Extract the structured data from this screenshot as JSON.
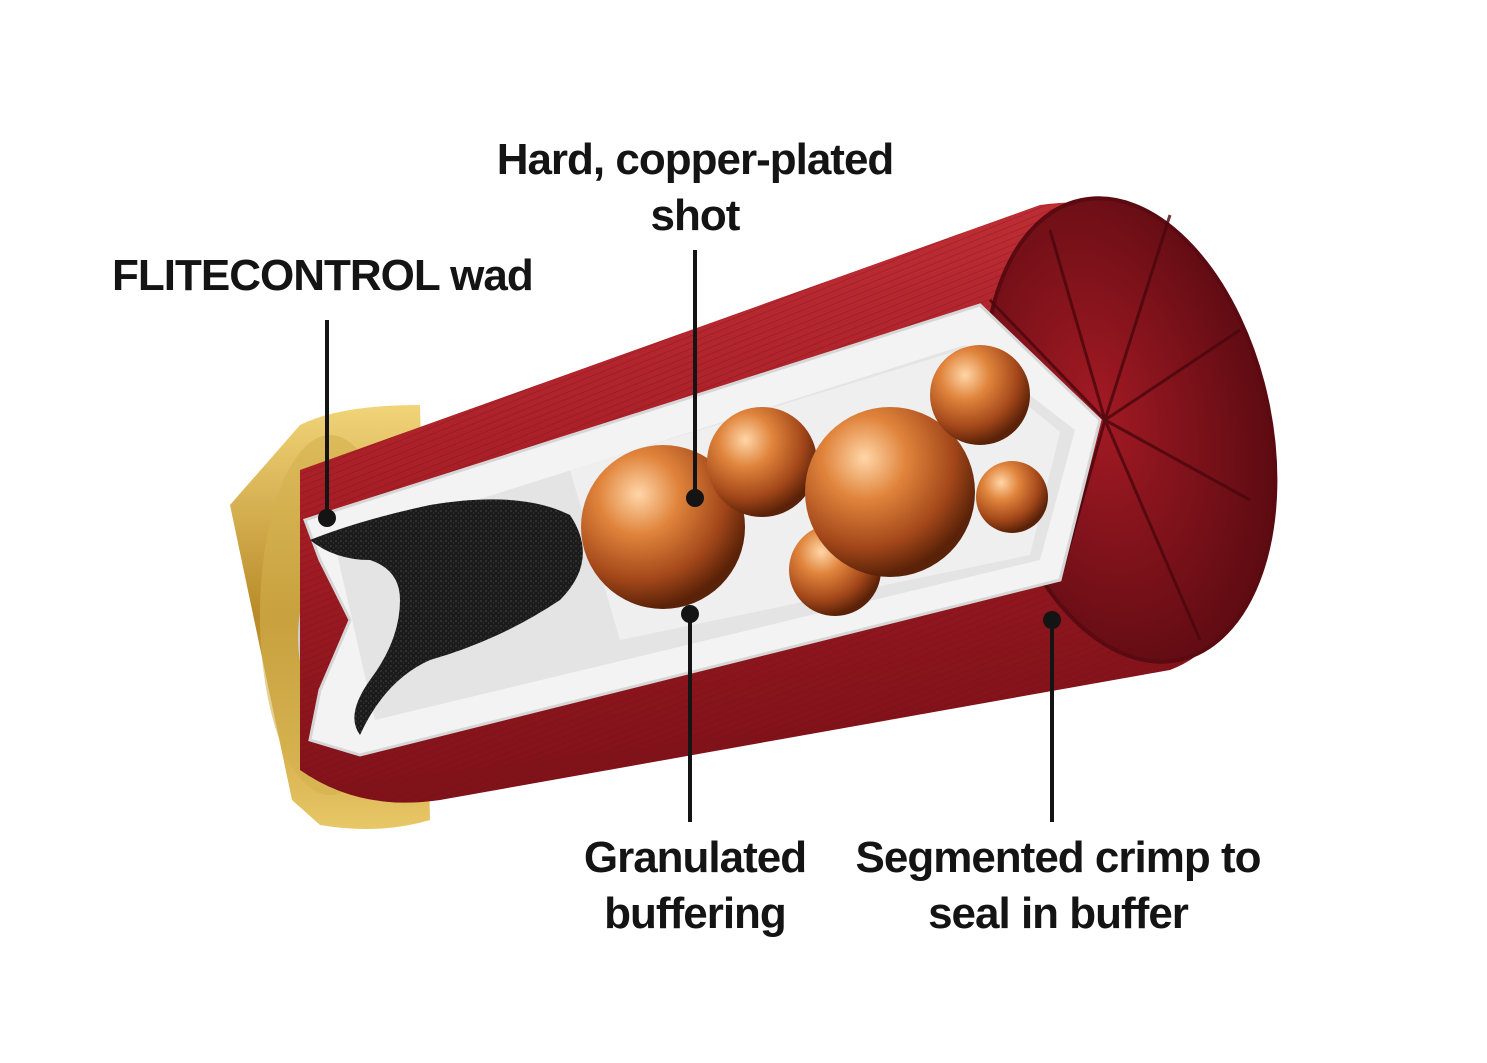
{
  "callouts": {
    "wad": {
      "line1": "FLITECONTROL wad"
    },
    "shot": {
      "line1": "Hard, copper-plated",
      "line2": "shot"
    },
    "buffering": {
      "line1": "Granulated",
      "line2": "buffering"
    },
    "crimp": {
      "line1": "Segmented crimp to",
      "line2": "seal in buffer"
    }
  },
  "colors": {
    "hull": "#b3242c",
    "hull_dark": "#7a1219",
    "brass": "#c9a23c",
    "wad": "#f2f2f2",
    "buffer": "#1b1b1b",
    "shot": "#c8652b",
    "text": "#141414"
  }
}
